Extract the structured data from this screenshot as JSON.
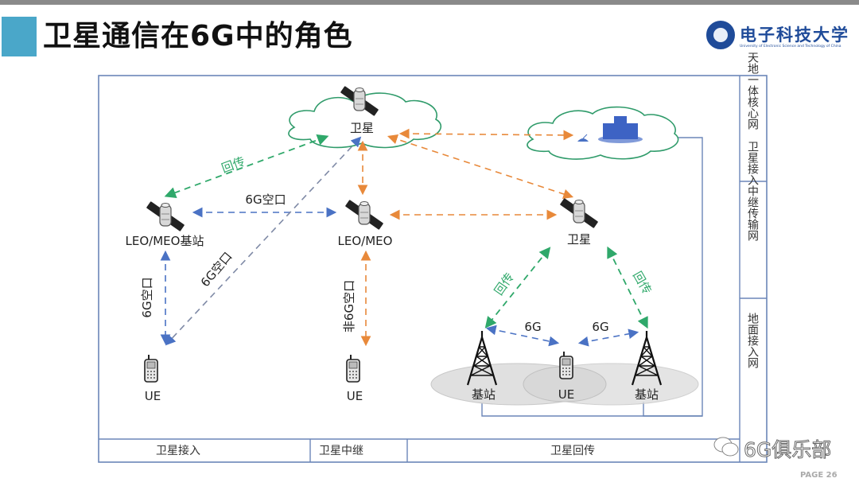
{
  "slide": {
    "title": "卫星通信在6G中的角色",
    "page_label": "PAGE 26",
    "watermark": "6G俱乐部"
  },
  "logo": {
    "name_cn": "电子科技大学",
    "name_en": "University of Electronic Science and Technology of China"
  },
  "colors": {
    "accent": "#4aa7c9",
    "frame": "#6b86b8",
    "backhaul_green": "#2fa86a",
    "air_blue": "#4a72c4",
    "non6g_orange": "#e8893a",
    "cloud_green": "#2f9b6a"
  },
  "diagram": {
    "nodes": {
      "sat_top": "卫星",
      "leo_left": "LEO/MEO基站",
      "leo_mid": "LEO/MEO",
      "sat_right": "卫星",
      "ue_left": "UE",
      "ue_mid": "UE",
      "ue_right": "UE",
      "bs_left": "基站",
      "bs_right": "基站"
    },
    "links": {
      "backhaul_top": "回传",
      "air_6g_horizontal": "6G空口",
      "air_6g_vertical": "6G空口",
      "air_6g_diagonal": "6G空口",
      "non_6g": "非6G空口",
      "backhaul_left": "回传",
      "backhaul_right": "回传",
      "g6_left": "6G",
      "g6_right": "6G"
    },
    "side_labels": [
      "天地一体核心网",
      "卫星接入中继传输网",
      "地面接入网"
    ],
    "bottom_labels": [
      "卫星接入",
      "卫星中继",
      "卫星回传"
    ]
  }
}
